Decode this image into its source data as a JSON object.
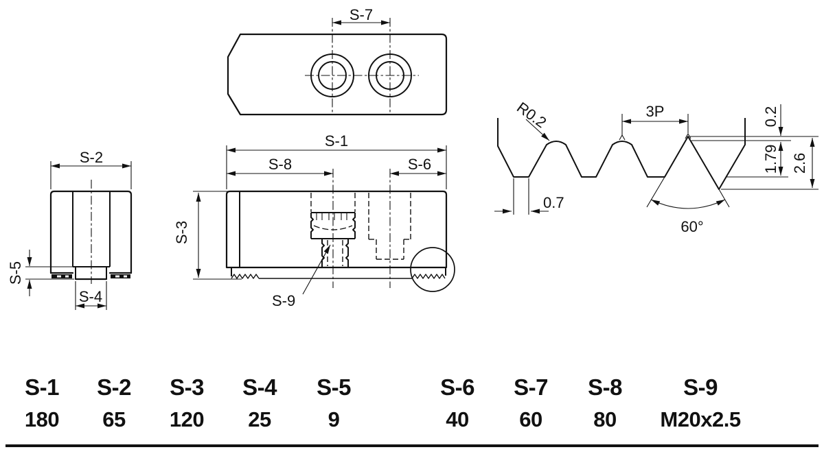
{
  "views": {
    "top_view": {
      "s7": "S-7"
    },
    "front_view": {
      "s1": "S-1",
      "s8": "S-8",
      "s6": "S-6",
      "s3": "S-3",
      "s9": "S-9"
    },
    "end_view": {
      "s2": "S-2",
      "s5": "S-5",
      "s4": "S-4"
    },
    "thread_detail": {
      "radius": "R0.2",
      "pitch": "3P",
      "groove_width": "0.7",
      "angle": "60°",
      "crest_flat": "0.2",
      "thread_depth": "1.79",
      "total_depth": "2.6"
    }
  },
  "table": {
    "columns": [
      {
        "label": "S-1",
        "value": "180"
      },
      {
        "label": "S-2",
        "value": "65"
      },
      {
        "label": "S-3",
        "value": "120"
      },
      {
        "label": "S-4",
        "value": "25"
      },
      {
        "label": "S-5",
        "value": "9"
      },
      {
        "label": "S-6",
        "value": "40"
      },
      {
        "label": "S-7",
        "value": "60"
      },
      {
        "label": "S-8",
        "value": "80"
      },
      {
        "label": "S-9",
        "value": "M20x2.5"
      }
    ]
  },
  "colors": {
    "ink": "#111111",
    "background": "#ffffff"
  }
}
